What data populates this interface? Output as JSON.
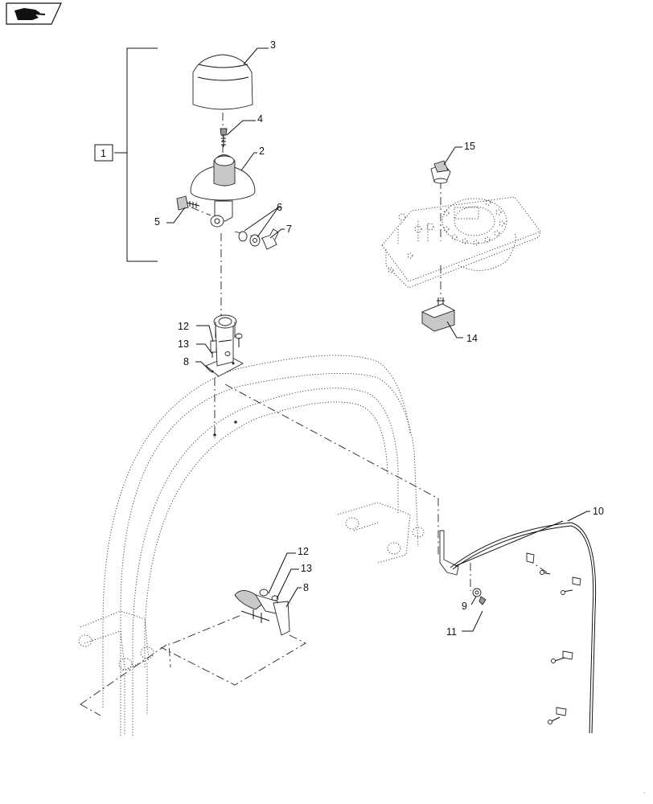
{
  "toolbar": {
    "nav_icon": "pointing-hand-icon"
  },
  "callouts": {
    "c1": "1",
    "c2": "2",
    "c3": "3",
    "c4": "4",
    "c5": "5",
    "c6": "6",
    "c7": "7",
    "c8a": "8",
    "c8b": "8",
    "c9": "9",
    "c10": "10",
    "c11": "11",
    "c12a": "12",
    "c12b": "12",
    "c13a": "13",
    "c13b": "13",
    "c14": "14",
    "c15": "15"
  },
  "colors": {
    "line": "#111111",
    "shade": "#c8c8c8"
  }
}
